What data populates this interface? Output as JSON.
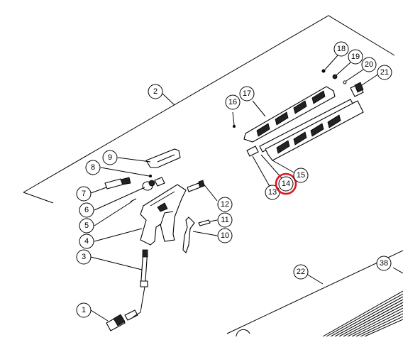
{
  "diagram": {
    "highlighted_label": "14",
    "highlight_color": "#e0141e",
    "callouts": [
      {
        "id": "c1",
        "label": "1"
      },
      {
        "id": "c2",
        "label": "2"
      },
      {
        "id": "c3",
        "label": "3"
      },
      {
        "id": "c4",
        "label": "4"
      },
      {
        "id": "c5",
        "label": "5"
      },
      {
        "id": "c6",
        "label": "6"
      },
      {
        "id": "c7",
        "label": "7"
      },
      {
        "id": "c8",
        "label": "8"
      },
      {
        "id": "c9",
        "label": "9"
      },
      {
        "id": "c10",
        "label": "10"
      },
      {
        "id": "c11",
        "label": "11"
      },
      {
        "id": "c12",
        "label": "12"
      },
      {
        "id": "c13",
        "label": "13"
      },
      {
        "id": "c14",
        "label": "14"
      },
      {
        "id": "c15",
        "label": "15"
      },
      {
        "id": "c16",
        "label": "16"
      },
      {
        "id": "c17",
        "label": "17"
      },
      {
        "id": "c18",
        "label": "18"
      },
      {
        "id": "c19",
        "label": "19"
      },
      {
        "id": "c20",
        "label": "20"
      },
      {
        "id": "c21",
        "label": "21"
      },
      {
        "id": "c22",
        "label": "22"
      },
      {
        "id": "c38",
        "label": "38"
      }
    ]
  }
}
